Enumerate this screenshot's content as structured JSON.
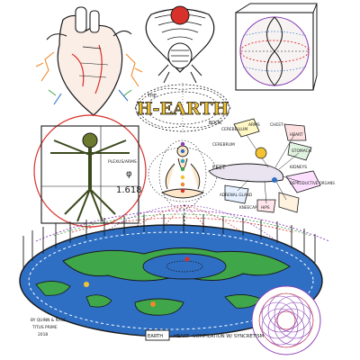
{
  "title": {
    "small_left": "THE",
    "main": "H-EARTH",
    "small_right": "BOOK"
  },
  "caption": {
    "left": "EARTH",
    "middle": "HEART",
    "rest": "COMPILATION W/ SYNCRETISM"
  },
  "credit": [
    "BY QUINN & RANE",
    "TITUS PRIME",
    "2018"
  ],
  "vitruvian": {
    "label": "PLEXUS/ARMS",
    "phi_symbol": "φ",
    "phi_value": "1.618"
  },
  "body_map": {
    "head_labels": [
      "CEREBELLUM",
      "CEREBRUM"
    ],
    "right_labels": [
      "ARMS",
      "CHEST",
      "HEART",
      "STOMACH",
      "KIDNEYS",
      "REPRODUCTIVE ORGANS"
    ],
    "lower_labels": [
      "FEET",
      "ADRENAL GLAND",
      "KNEECAP",
      "HIPS"
    ]
  },
  "colors": {
    "ocean": "#2e6fc4",
    "land": "#3fa64a",
    "gold": "#f2c230",
    "red": "#d8312a",
    "purple": "#8a3fb5",
    "ink": "#1a1a1a",
    "orange": "#ef8a2a"
  },
  "icons": [
    "anatomical-heart-icon",
    "scarab-beetle-icon",
    "sphere-in-cube-icon",
    "vitruvian-man-icon",
    "meditating-figure-icon",
    "flat-earth-dome-icon",
    "spiral-rosette-icon"
  ]
}
